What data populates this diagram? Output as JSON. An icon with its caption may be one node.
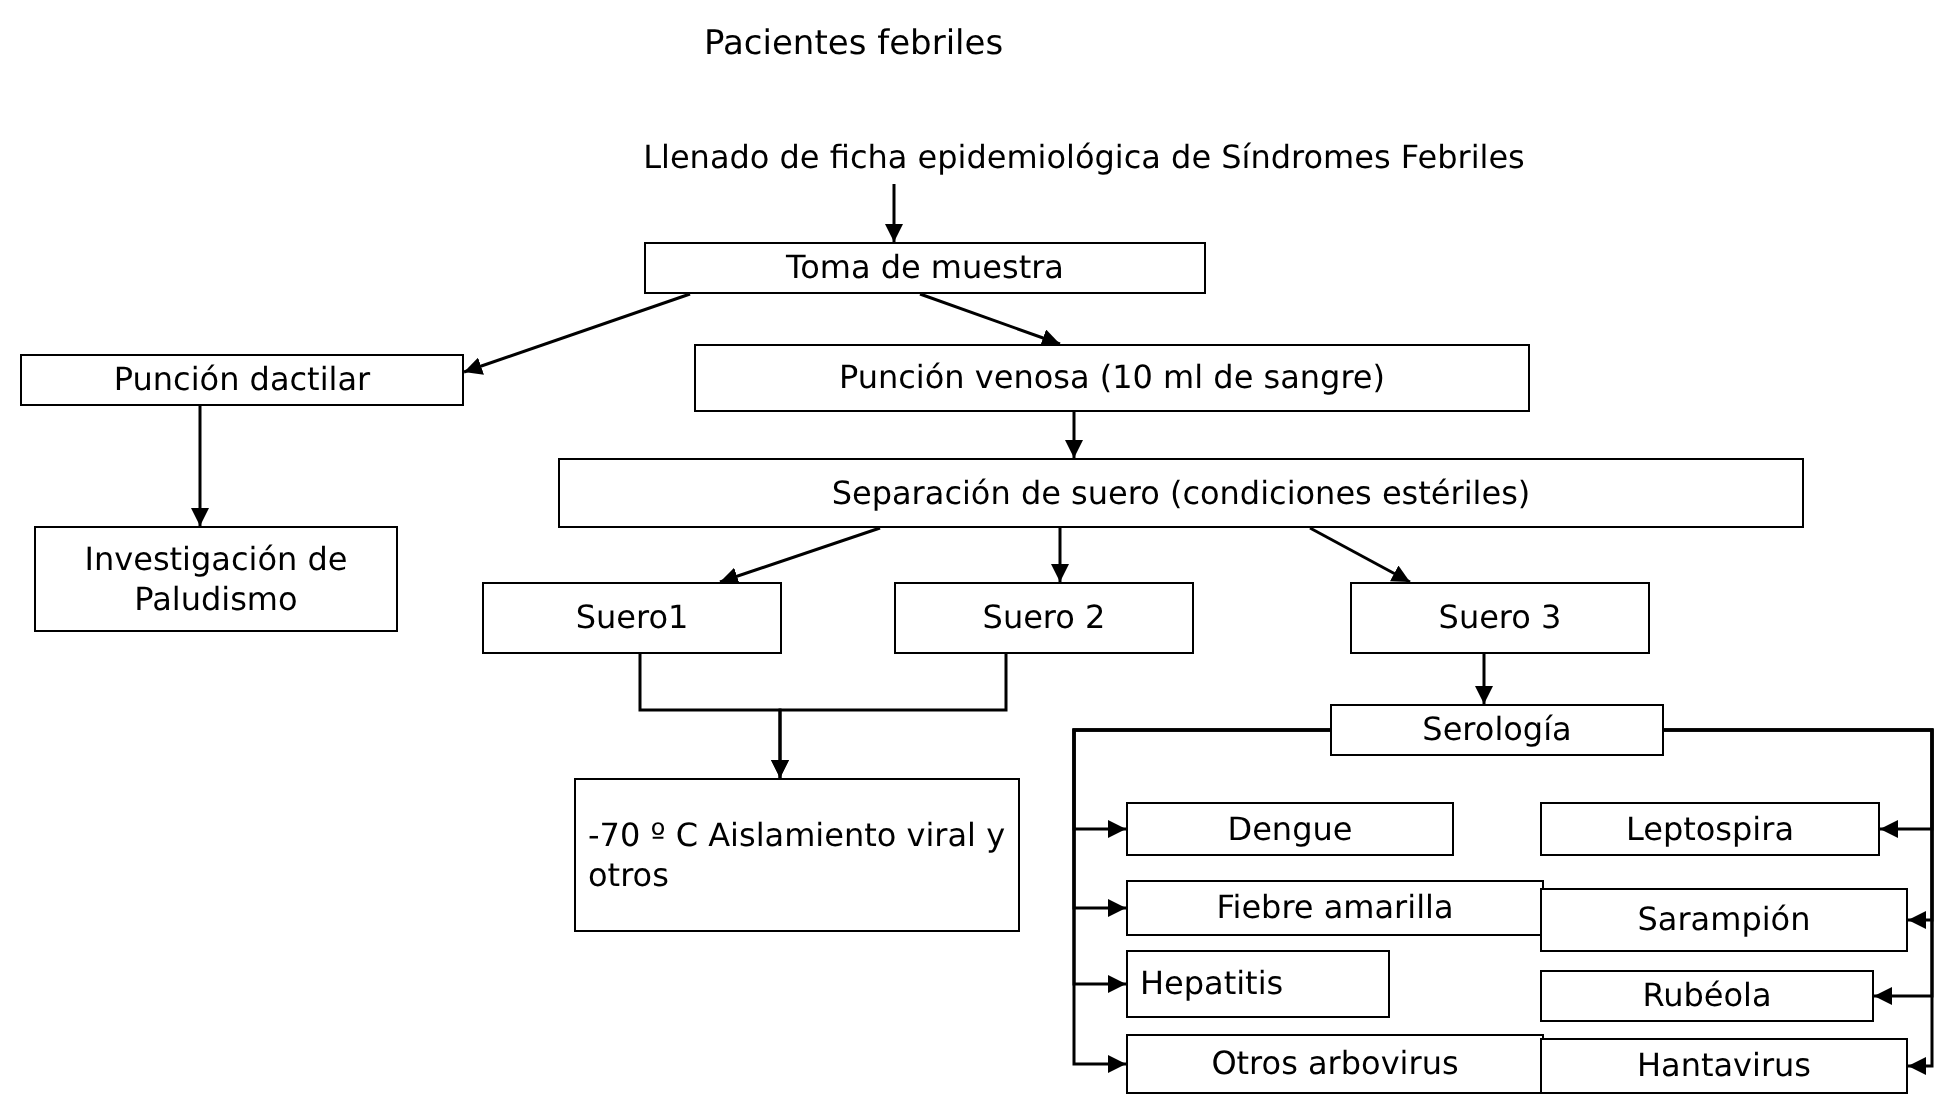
{
  "diagram": {
    "title": "Pacientes febriles",
    "nodes": [
      {
        "text": [
          "Llenado de ficha epidemiológica de Síndromes Febriles"
        ]
      },
      {
        "text": [
          "Toma de muestra"
        ]
      },
      {
        "text": [
          "Punción dactilar"
        ]
      },
      {
        "text": [
          "Punción venosa (10 ml de sangre)"
        ]
      },
      {
        "text": [
          "Investigación de Paludismo"
        ]
      },
      {
        "text": [
          "Separación de suero (condiciones estériles)"
        ]
      },
      {
        "text": [
          "Suero1"
        ]
      },
      {
        "text": [
          "Suero 2"
        ]
      },
      {
        "text": [
          "Suero 3"
        ]
      },
      {
        "text": [
          "-70 º C Aislamiento viral y otros"
        ]
      },
      {
        "text": [
          "Serología"
        ]
      },
      {
        "text": [
          "Dengue"
        ]
      },
      {
        "text": [
          "Fiebre amarilla"
        ]
      },
      {
        "text": [
          "Hepatitis"
        ]
      },
      {
        "text": [
          "Otros arbovirus"
        ]
      },
      {
        "text": [
          "Leptospira"
        ]
      },
      {
        "text": [
          "Sarampión"
        ]
      },
      {
        "text": [
          "Rubéola"
        ]
      },
      {
        "text": [
          "Hantavirus"
        ]
      }
    ],
    "edges": [
      {
        "from": 0,
        "to": 1,
        "arrow": "to"
      },
      {
        "from": 1,
        "to": 2,
        "arrow": "to"
      },
      {
        "from": 1,
        "to": 3,
        "arrow": "to"
      },
      {
        "from": 2,
        "to": 4,
        "arrow": "to"
      },
      {
        "from": 3,
        "to": 5,
        "arrow": "to"
      },
      {
        "from": 5,
        "to": 6,
        "arrow": "to"
      },
      {
        "from": 5,
        "to": 7,
        "arrow": "to"
      },
      {
        "from": 5,
        "to": 8,
        "arrow": "to"
      },
      {
        "from": 6,
        "to": 9,
        "arrow": "to"
      },
      {
        "from": 7,
        "to": 9,
        "arrow": "to"
      },
      {
        "from": 8,
        "to": 10,
        "arrow": "to"
      },
      {
        "from": 10,
        "to": 11,
        "arrow": "to"
      },
      {
        "from": 10,
        "to": 12,
        "arrow": "to"
      },
      {
        "from": 10,
        "to": 13,
        "arrow": "to"
      },
      {
        "from": 10,
        "to": 14,
        "arrow": "to"
      },
      {
        "from": 10,
        "to": 15,
        "arrow": "to"
      },
      {
        "from": 10,
        "to": 16,
        "arrow": "to"
      },
      {
        "from": 10,
        "to": 17,
        "arrow": "to"
      },
      {
        "from": 10,
        "to": 18,
        "arrow": "to"
      }
    ]
  }
}
